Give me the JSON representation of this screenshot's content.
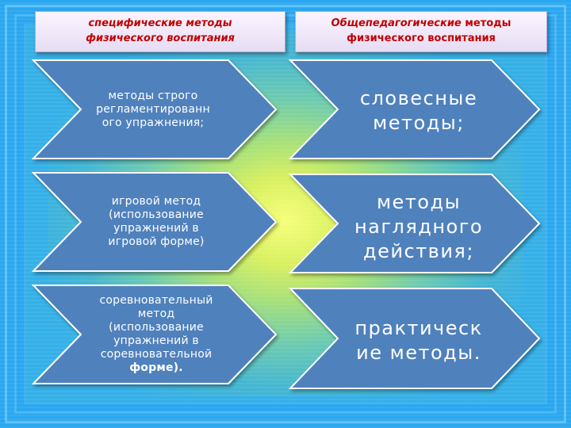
{
  "header": {
    "left": {
      "line1": "специфические  методы",
      "line2": "физического воспитания"
    },
    "right": {
      "line1_italic": "Общепедагогические",
      "line1_rest": " методы",
      "line2": "физического воспитания"
    }
  },
  "left_items": [
    {
      "lines": [
        "методы строго",
        "регламентированн",
        "ого упражнения;"
      ]
    },
    {
      "lines": [
        "игровой метод",
        "(использование",
        "упражнений в",
        "игровой форме)"
      ]
    },
    {
      "lines": [
        "соревновательный",
        "метод",
        "(использование",
        "упражнений в",
        "соревновательной",
        "форме)."
      ]
    }
  ],
  "right_items": [
    {
      "lines": [
        "словесные",
        "методы;"
      ]
    },
    {
      "lines": [
        "методы",
        "наглядного",
        "действия;"
      ]
    },
    {
      "lines": [
        "практическ",
        "ие методы."
      ]
    }
  ],
  "colors": {
    "background": "#2aa7f0",
    "arrow_fill": "#4f81bd",
    "arrow_stroke": "#ffffff",
    "header_text": "#c00000"
  }
}
